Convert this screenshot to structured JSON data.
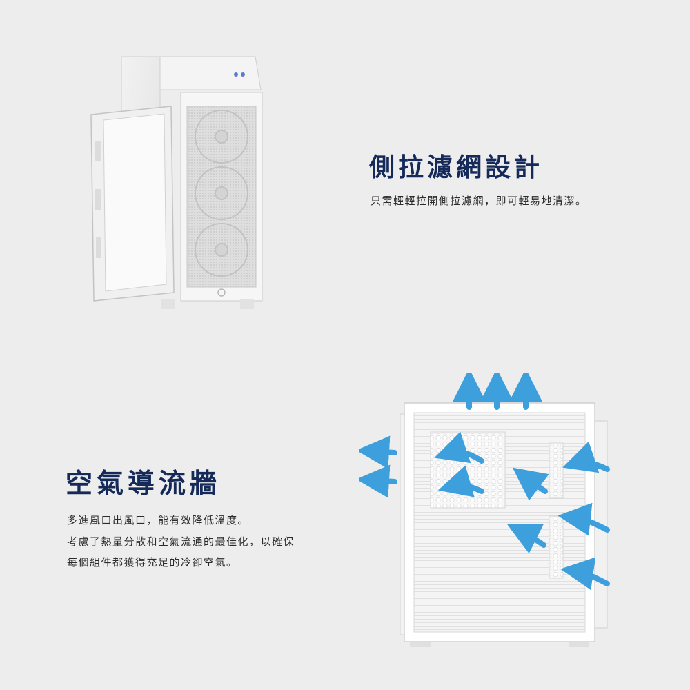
{
  "filter_section": {
    "title": "側拉濾網設計",
    "description": "只需輕輕拉開側拉濾網，即可輕易地清潔。"
  },
  "airflow_section": {
    "title": "空氣導流牆",
    "lines": [
      "多進風口出風口，能有效降低溫度。",
      "考慮了熱量分散和空氣流通的最佳化，以確保",
      "每個組件都獲得充足的冷卻空氣。"
    ]
  },
  "colors": {
    "background": "#ededed",
    "title": "#152a58",
    "arrow": "#3d9fdc",
    "case_white": "#f7f7f7"
  }
}
